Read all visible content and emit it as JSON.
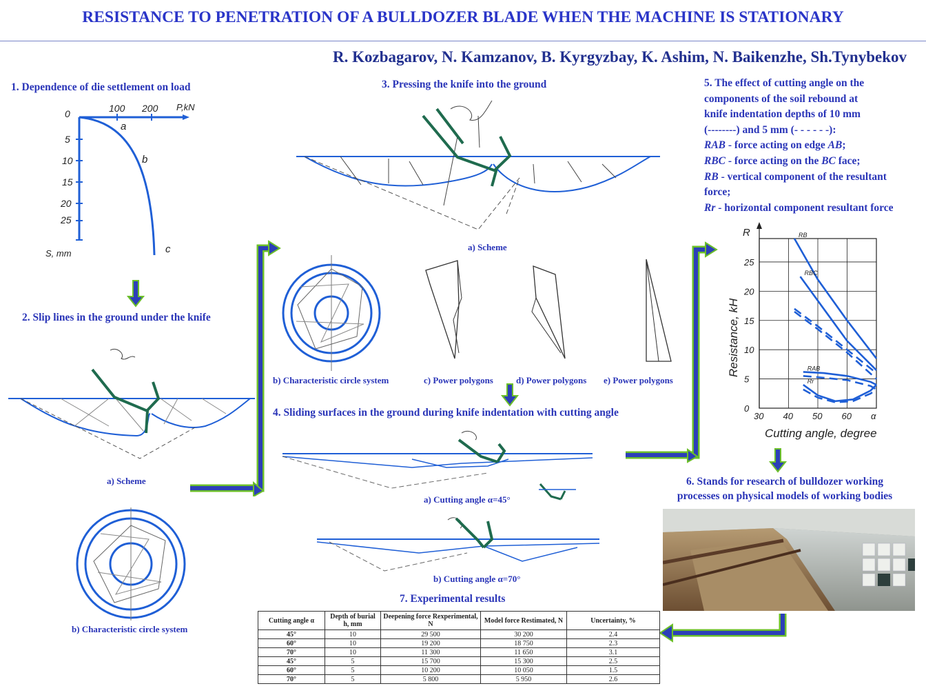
{
  "title": "RESISTANCE TO PENETRATION OF A BULLDOZER BLADE WHEN THE MACHINE IS STATIONARY",
  "authors": "R. Kozbagarov, N. Kamzanov, B. Kyrgyzbay, K. Ashim, N. Baikenzhe, Sh.Tynybekov",
  "sections": {
    "s1": "1. Dependence of die settlement on load",
    "s2": "2. Slip lines in the ground under the knife",
    "s3": "3. Pressing the knife into the ground",
    "s4": "4. Sliding surfaces in the ground during knife indentation with cutting angle",
    "s5_line1": "5. The effect of cutting angle on the",
    "s5_line2": "components of the soil rebound at",
    "s5_line3": "knife indentation depths of 10 mm",
    "s5_line4": "(--------) and 5 mm (- - - - - -):",
    "s5_rab_sym": "RAB",
    "s5_rab": " - force acting on edge ",
    "s5_rab_edge": "AB",
    "s5_rbc_sym": "RBC",
    "s5_rbc": " - force acting on the ",
    "s5_rbc_edge": "BC",
    "s5_rbc_tail": " face;",
    "s5_rb_sym": "RB",
    "s5_rb": " - vertical component of the resultant force;",
    "s5_rr_sym": "Rr",
    "s5_rr": " - horizontal component resultant force",
    "s6_line1": "6. Stands for research of bulldozer working",
    "s6_line2": "processes on physical models of working bodies",
    "s7": "7. Experimental results"
  },
  "captions": {
    "s2_scheme": "a) Scheme",
    "s2_circle": "b) Characteristic circle system",
    "s3_scheme": "a) Scheme",
    "s3_circle": "b) Characteristic circle system",
    "s3_poly_c": "c) Power polygons",
    "s3_poly_d": "d) Power polygons",
    "s3_poly_e": "e) Power polygons",
    "s4_a": "a) Cutting angle α=45°",
    "s4_b": "b) Cutting angle α=70°"
  },
  "graph1": {
    "x_axis_label": "P,kN",
    "y_axis_label": "S, mm",
    "x_ticks": [
      "0",
      "100",
      "200"
    ],
    "y_ticks": [
      "5",
      "10",
      "15",
      "20",
      "25"
    ],
    "curve_labels": [
      "a",
      "b",
      "c"
    ]
  },
  "chart_data": {
    "type": "line",
    "xlabel": "Cutting angle, degree",
    "ylabel": "Resistance, kH",
    "y_axis_symbol": "R",
    "x_ticks": [
      "30",
      "40",
      "50",
      "60",
      "α"
    ],
    "y_ticks": [
      "0",
      "5",
      "10",
      "15",
      "20",
      "25"
    ],
    "xlim": [
      30,
      70
    ],
    "ylim": [
      0,
      29
    ],
    "series": [
      {
        "name": "RB",
        "style": "solid",
        "x": [
          42,
          50,
          60,
          70
        ],
        "y": [
          29,
          22,
          15,
          8.5
        ]
      },
      {
        "name": "RB",
        "style": "dashed",
        "x": [
          42,
          50,
          60,
          70
        ],
        "y": [
          17,
          14,
          10,
          6
        ]
      },
      {
        "name": "RBC",
        "style": "solid",
        "x": [
          44,
          52,
          60,
          70
        ],
        "y": [
          22.5,
          17,
          11.5,
          6.5
        ]
      },
      {
        "name": "RBC",
        "style": "dashed",
        "x": [
          42,
          50,
          60,
          70
        ],
        "y": [
          16.5,
          13.5,
          9.5,
          5
        ]
      },
      {
        "name": "RAB",
        "style": "solid",
        "x": [
          45,
          52,
          60,
          68,
          70
        ],
        "y": [
          6.2,
          6,
          5.5,
          4.5,
          4
        ]
      },
      {
        "name": "RAB",
        "style": "dashed",
        "x": [
          45,
          52,
          60,
          68,
          70
        ],
        "y": [
          5.5,
          5.2,
          4.8,
          3.8,
          3.2
        ]
      },
      {
        "name": "Rr",
        "style": "solid",
        "x": [
          45,
          50,
          56,
          62,
          68,
          70
        ],
        "y": [
          4,
          2.2,
          1.2,
          1.5,
          3,
          4
        ]
      },
      {
        "name": "Rr",
        "style": "dashed",
        "x": [
          45,
          50,
          56,
          62,
          68,
          70
        ],
        "y": [
          3.2,
          1.8,
          1,
          1.2,
          2.5,
          3.2
        ]
      }
    ],
    "grid": true
  },
  "table": {
    "headers": [
      "Cutting angle α",
      "Depth of burial h, mm",
      "Deepening force Rexperimental, N",
      "Model force Restimated, N",
      "Uncertainty, %"
    ],
    "rows": [
      [
        "45°",
        "10",
        "29 500",
        "30 200",
        "2.4"
      ],
      [
        "60°",
        "10",
        "19 200",
        "18 750",
        "2.3"
      ],
      [
        "70°",
        "10",
        "11 300",
        "11 650",
        "3.1"
      ],
      [
        "45°",
        "5",
        "15 700",
        "15 300",
        "2.5"
      ],
      [
        "60°",
        "5",
        "10 200",
        "10 050",
        "1.5"
      ],
      [
        "70°",
        "5",
        "5 800",
        "5 950",
        "2.6"
      ]
    ]
  },
  "colors": {
    "title": "#2a35c8",
    "diagram_blue": "#1f5fd6",
    "knife_green": "#1f6b4e",
    "arrow_green": "#6cbf2a",
    "arrow_blue": "#2c3fb8"
  }
}
